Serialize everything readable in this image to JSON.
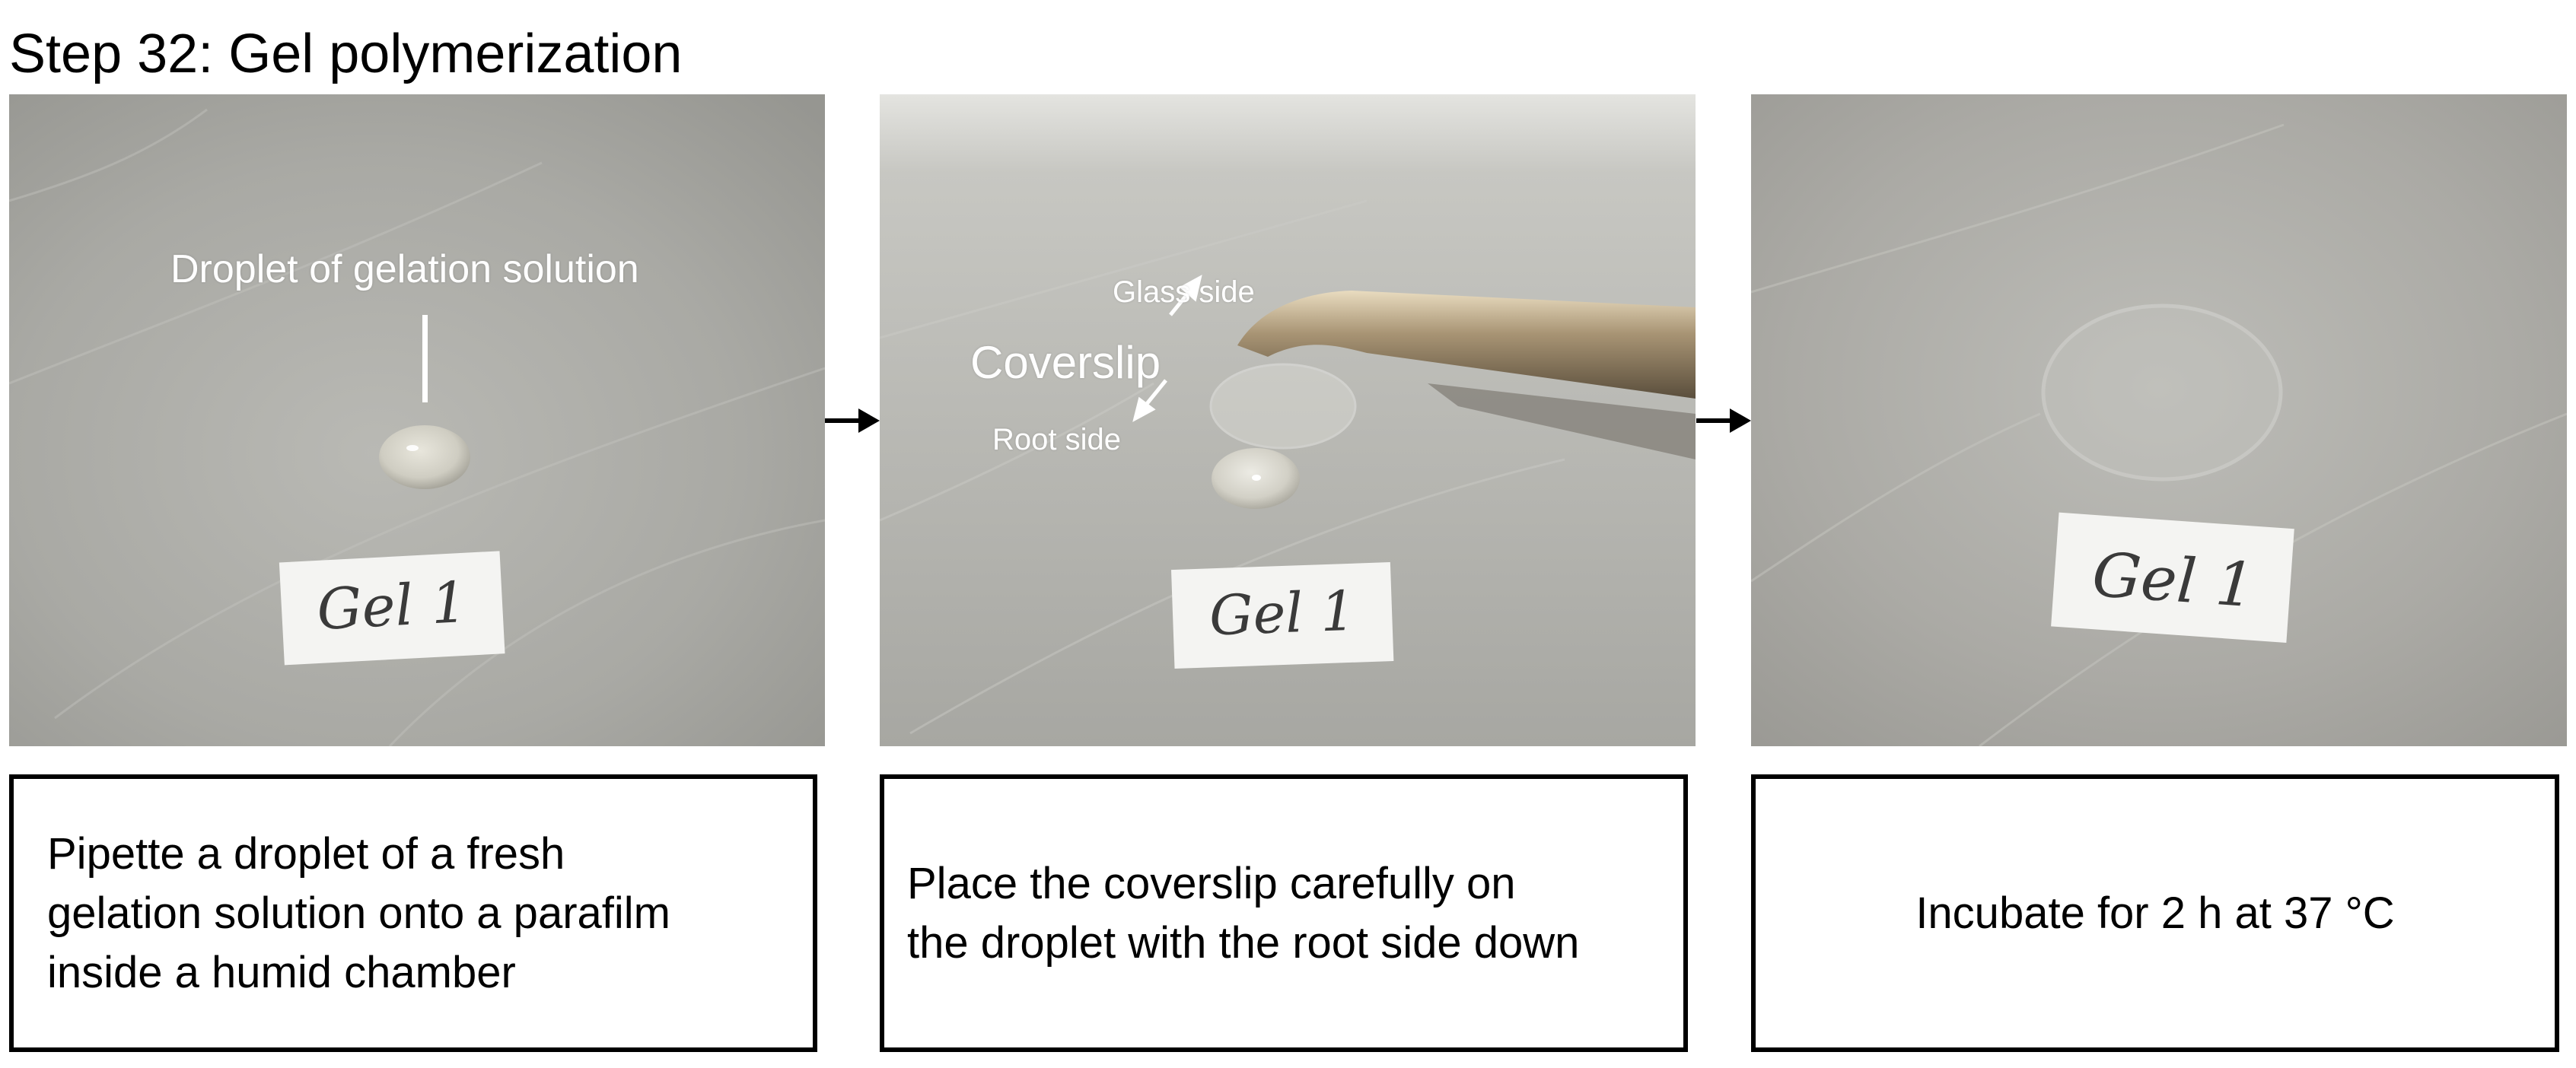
{
  "title": "Step 32: Gel polymerization",
  "panels": [
    {
      "annotation": "Droplet of gelation solution",
      "label_card": "Gel 1"
    },
    {
      "coverslip_label": "Coverslip",
      "glass_side_label": "Glass side",
      "root_side_label": "Root side",
      "label_card": "Gel 1"
    },
    {
      "label_card": "Gel 1"
    }
  ],
  "steps": [
    {
      "text": "Pipette a droplet of a fresh\ngelation solution onto a parafilm\ninside a humid chamber"
    },
    {
      "text": "Place the coverslip carefully on\nthe droplet with the root side down"
    },
    {
      "text": "Incubate for 2 h at 37 °C"
    }
  ]
}
